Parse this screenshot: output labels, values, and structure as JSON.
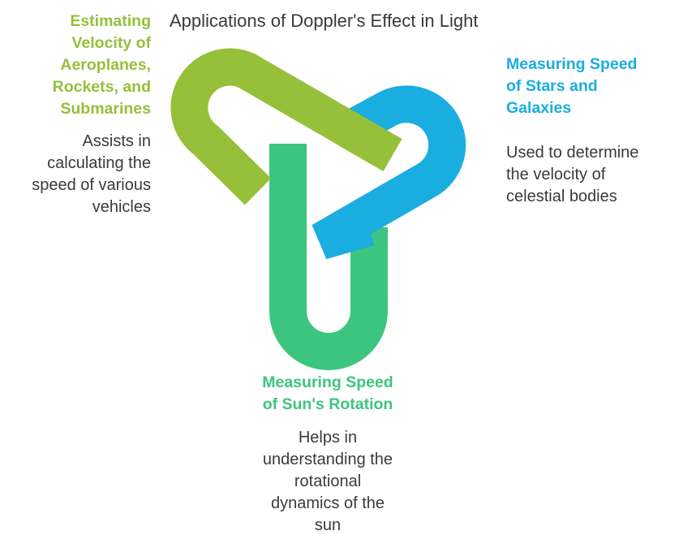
{
  "title": "Applications of Doppler's Effect in Light",
  "colors": {
    "lime": "#96c03a",
    "blue": "#1aade0",
    "green": "#3cc57e",
    "text": "#3a3a3a"
  },
  "sections": {
    "aeroplanes": {
      "heading": "Estimating\nVelocity of\nAeroplanes,\nRockets, and\nSubmarines",
      "description": "Assists in\ncalculating the\nspeed of various\nvehicles",
      "color": "#96c03a"
    },
    "stars": {
      "heading": "Measuring Speed\nof Stars and\nGalaxies",
      "description": "Used to determine\nthe velocity of\ncelestial bodies",
      "color": "#1aade0"
    },
    "sun": {
      "heading": "Measuring Speed\nof Sun's Rotation",
      "description": "Helps in\nunderstanding the\nrotational\ndynamics of the\nsun",
      "color": "#3cc57e"
    }
  }
}
